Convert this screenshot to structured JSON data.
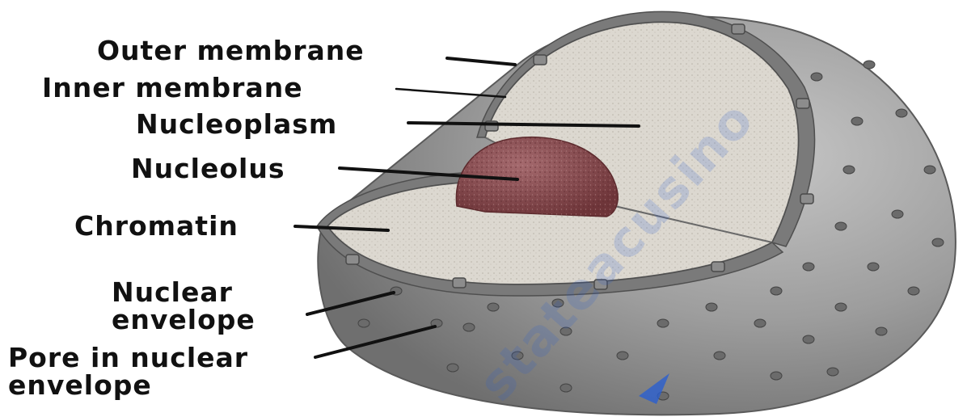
{
  "labels": {
    "outer_membrane": "Outer membrane",
    "inner_membrane": "Inner membrane",
    "nucleoplasm": "Nucleoplasm",
    "nucleolus": "Nucleolus",
    "chromatin": "Chromatin",
    "nuclear_envelope": "Nuclear\nenvelope",
    "pore": "Pore in nuclear\nenvelope"
  },
  "colors": {
    "background": "#ffffff",
    "shell_outer": "#8e8e8e",
    "shell_inner": "#b9b9b9",
    "envelope_band": "#7a7a7a",
    "nucleoplasm": "#ddd9d2",
    "nucleolus": "#8a4b4f",
    "leader_line": "#111111",
    "watermark": "#2b5fd0"
  }
}
